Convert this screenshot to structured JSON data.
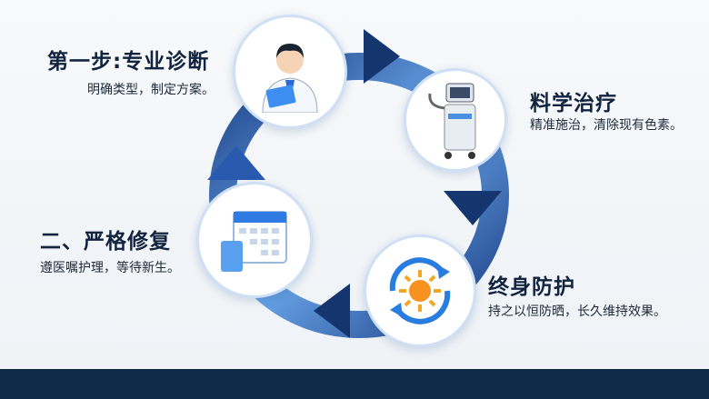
{
  "steps": [
    {
      "title": "第一步:专业诊断",
      "desc": "明确类型，制定方案。",
      "icon": "doctor-icon"
    },
    {
      "title": "料学治疗",
      "desc": "精准施治，清除现有色素。",
      "icon": "laser-machine-icon"
    },
    {
      "title": "终身防护",
      "desc": "持之以恒防晒，长久维持效果。",
      "icon": "sun-cycle-icon"
    },
    {
      "title": "二、严格修复",
      "desc": "遵医嘱护理，等待新生。",
      "icon": "calendar-icon"
    }
  ],
  "colors": {
    "dark": "#0f2d5e",
    "light": "#8fc0f0",
    "bar": "#102a4a"
  }
}
